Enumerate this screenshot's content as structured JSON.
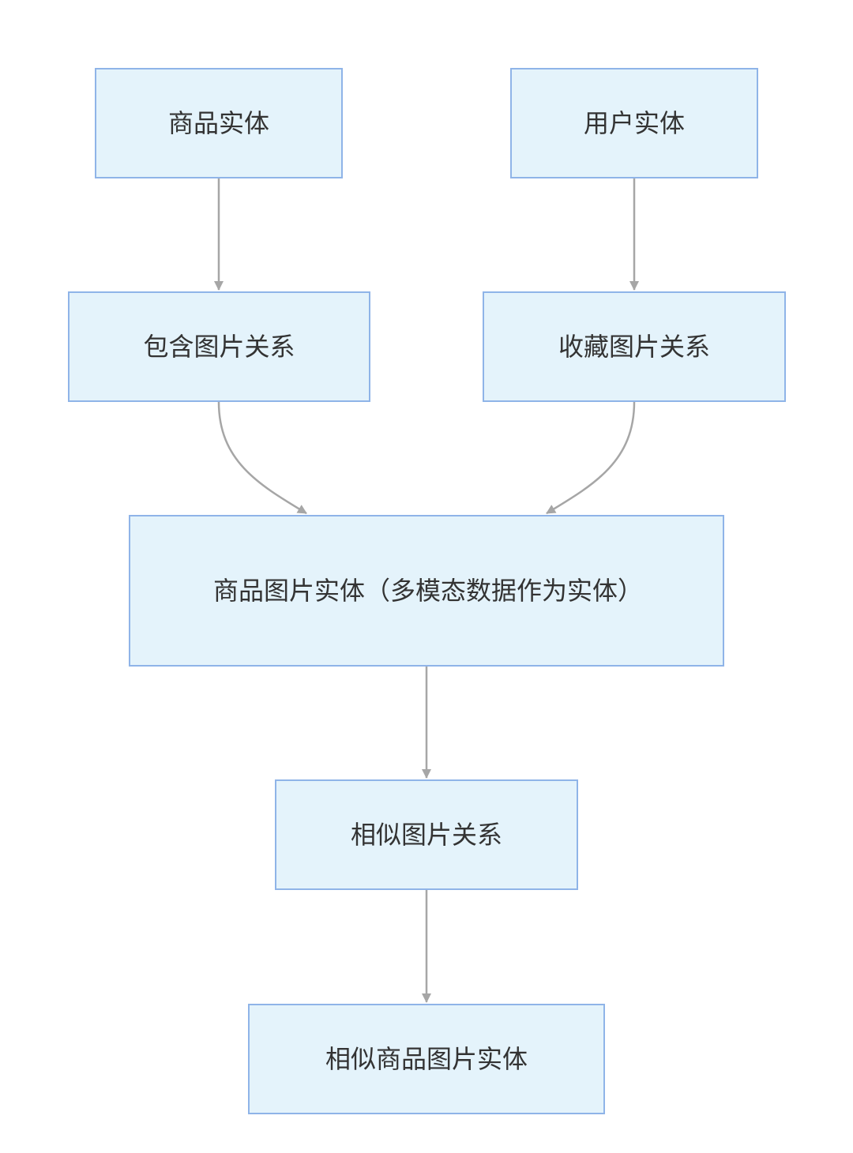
{
  "diagram": {
    "nodes": {
      "product_entity": "商品实体",
      "user_entity": "用户实体",
      "contains_image_relation": "包含图片关系",
      "favorite_image_relation": "收藏图片关系",
      "product_image_entity": "商品图片实体（多模态数据作为实体）",
      "similar_image_relation": "相似图片关系",
      "similar_product_image_entity": "相似商品图片实体"
    },
    "edges": [
      {
        "from": "product_entity",
        "to": "contains_image_relation"
      },
      {
        "from": "user_entity",
        "to": "favorite_image_relation"
      },
      {
        "from": "contains_image_relation",
        "to": "product_image_entity"
      },
      {
        "from": "favorite_image_relation",
        "to": "product_image_entity"
      },
      {
        "from": "product_image_entity",
        "to": "similar_image_relation"
      },
      {
        "from": "similar_image_relation",
        "to": "similar_product_image_entity"
      }
    ],
    "colors": {
      "node_fill": "#e4f3fb",
      "node_border": "#8fb4e8",
      "edge": "#a6a6a6",
      "text": "#333333"
    }
  }
}
